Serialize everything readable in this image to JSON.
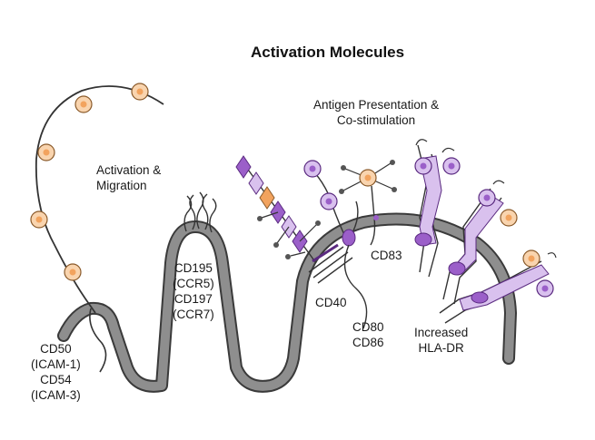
{
  "title": "Activation Molecules",
  "labels": {
    "activation_migration": [
      "Activation &",
      "Migration"
    ],
    "antigen_presentation": [
      "Antigen Presentation &",
      "Co-stimulation"
    ],
    "chemokine_receptors": [
      "CD195",
      "(CCR5)",
      "CD197",
      "(CCR7)"
    ],
    "adhesion": [
      "CD50",
      "(ICAM-1)",
      "CD54",
      "(ICAM-3)"
    ],
    "cd83": "CD83",
    "cd40": "CD40",
    "cd80_cd86": [
      "CD80",
      "CD86"
    ],
    "hla_dr": [
      "Increased",
      "HLA-DR"
    ]
  },
  "colors": {
    "membrane": "#8e8e8e",
    "membrane_edge": "#3a3a3a",
    "purple": "#9b5fc9",
    "purple_light": "#d9c1ee",
    "orange": "#f2a35e",
    "orange_light": "#f9d4ae",
    "line": "#333333"
  }
}
